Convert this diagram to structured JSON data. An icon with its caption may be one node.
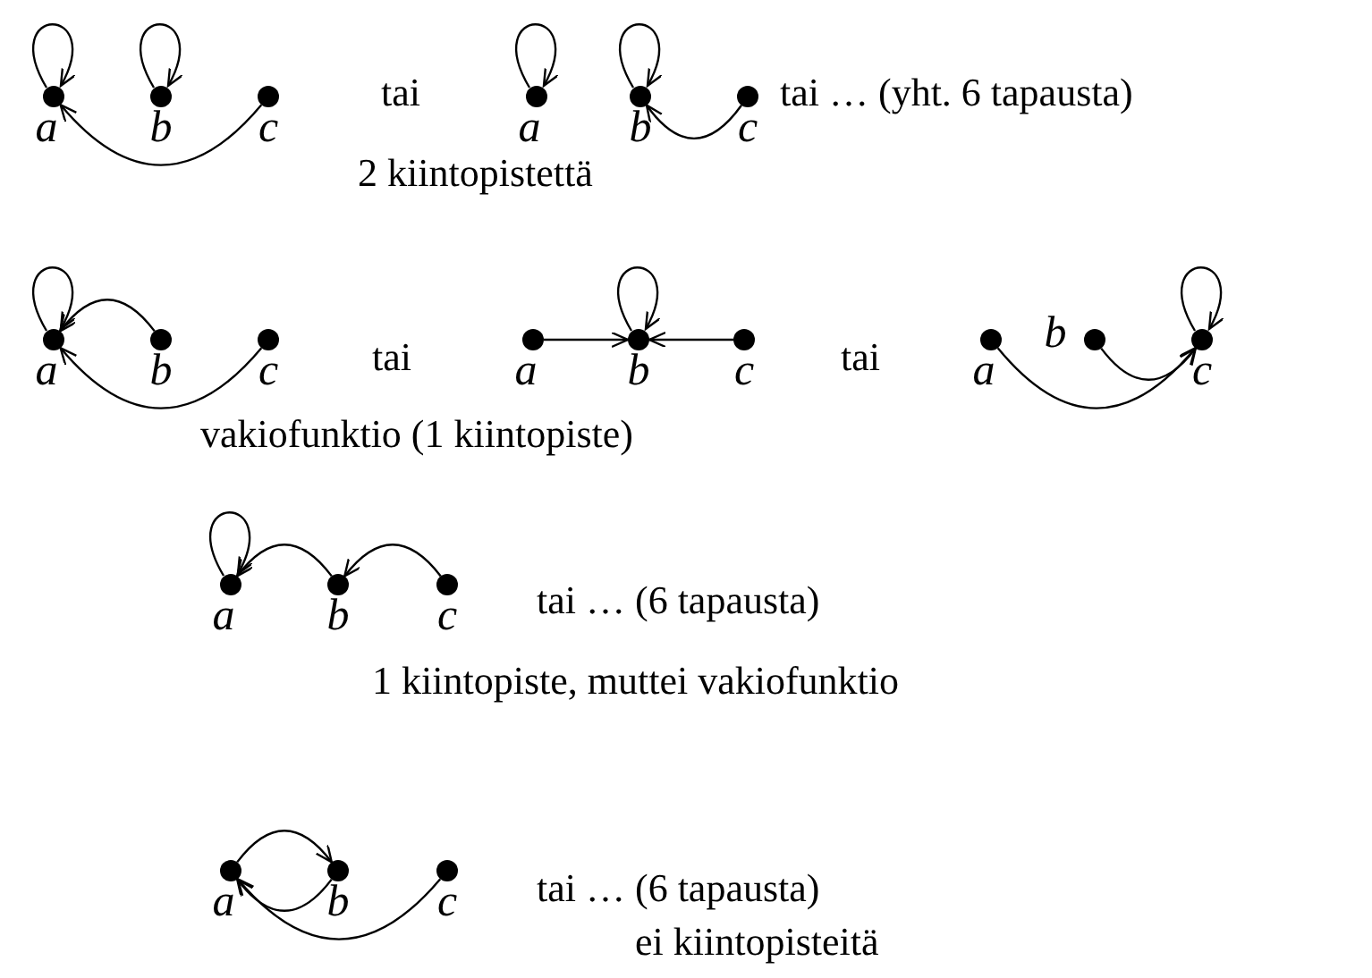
{
  "diagram": {
    "nodes": [
      {
        "text": [],
        "shape": "circle",
        "beside": [
          "a"
        ]
      },
      {
        "text": [],
        "shape": "circle",
        "beside": [
          "b"
        ]
      },
      {
        "text": [],
        "shape": "circle",
        "beside": [
          "c"
        ]
      },
      {
        "text": [],
        "shape": "circle",
        "beside": [
          "a"
        ]
      },
      {
        "text": [],
        "shape": "circle",
        "beside": [
          "b"
        ]
      },
      {
        "text": [],
        "shape": "circle",
        "beside": [
          "c"
        ]
      },
      {
        "text": [],
        "shape": "circle",
        "beside": [
          "a"
        ]
      },
      {
        "text": [],
        "shape": "circle",
        "beside": [
          "b"
        ]
      },
      {
        "text": [],
        "shape": "circle",
        "beside": [
          "c"
        ]
      },
      {
        "text": [],
        "shape": "circle",
        "beside": [
          "a"
        ]
      },
      {
        "text": [],
        "shape": "circle",
        "beside": [
          "b"
        ]
      },
      {
        "text": [],
        "shape": "circle",
        "beside": [
          "c"
        ]
      },
      {
        "text": [],
        "shape": "circle",
        "beside": [
          "a"
        ]
      },
      {
        "text": [],
        "shape": "circle",
        "beside": [
          "b"
        ]
      },
      {
        "text": [],
        "shape": "circle",
        "beside": [
          "c"
        ]
      },
      {
        "text": [],
        "shape": "circle",
        "beside": [
          "a"
        ]
      },
      {
        "text": [],
        "shape": "circle",
        "beside": [
          "b"
        ]
      },
      {
        "text": [],
        "shape": "circle",
        "beside": [
          "c"
        ]
      },
      {
        "text": [],
        "shape": "circle",
        "beside": [
          "a"
        ]
      },
      {
        "text": [],
        "shape": "circle",
        "beside": [
          "b"
        ]
      },
      {
        "text": [],
        "shape": "circle",
        "beside": [
          "c"
        ]
      }
    ],
    "edges": [
      {
        "from": 0,
        "to": 0,
        "arrow": "to"
      },
      {
        "from": 1,
        "to": 1,
        "arrow": "to"
      },
      {
        "from": 2,
        "to": 0,
        "arrow": "to"
      },
      {
        "from": 3,
        "to": 3,
        "arrow": "to"
      },
      {
        "from": 4,
        "to": 4,
        "arrow": "to"
      },
      {
        "from": 5,
        "to": 4,
        "arrow": "to"
      },
      {
        "from": 6,
        "to": 6,
        "arrow": "to"
      },
      {
        "from": 7,
        "to": 6,
        "arrow": "to"
      },
      {
        "from": 8,
        "to": 6,
        "arrow": "to"
      },
      {
        "from": 10,
        "to": 10,
        "arrow": "to"
      },
      {
        "from": 9,
        "to": 10,
        "arrow": "to"
      },
      {
        "from": 11,
        "to": 10,
        "arrow": "to"
      },
      {
        "from": 14,
        "to": 14,
        "arrow": "to"
      },
      {
        "from": 13,
        "to": 14,
        "arrow": "to"
      },
      {
        "from": 12,
        "to": 14,
        "arrow": "to"
      },
      {
        "from": 15,
        "to": 15,
        "arrow": "to"
      },
      {
        "from": 16,
        "to": 15,
        "arrow": "to"
      },
      {
        "from": 17,
        "to": 16,
        "arrow": "to"
      },
      {
        "from": 18,
        "to": 19,
        "arrow": "to"
      },
      {
        "from": 19,
        "to": 18,
        "arrow": "to"
      },
      {
        "from": 20,
        "to": 18,
        "arrow": "to"
      }
    ],
    "labels": [
      "tai",
      "tai … (yht. 6 tapausta)",
      "2 kiintopistettä",
      "tai",
      "tai",
      "vakiofunktio (1 kiintopiste)",
      "tai … (6 tapausta)",
      "1 kiintopiste, muttei vakiofunktio",
      "tai … (6 tapausta)",
      "ei kiintopisteitä"
    ]
  }
}
